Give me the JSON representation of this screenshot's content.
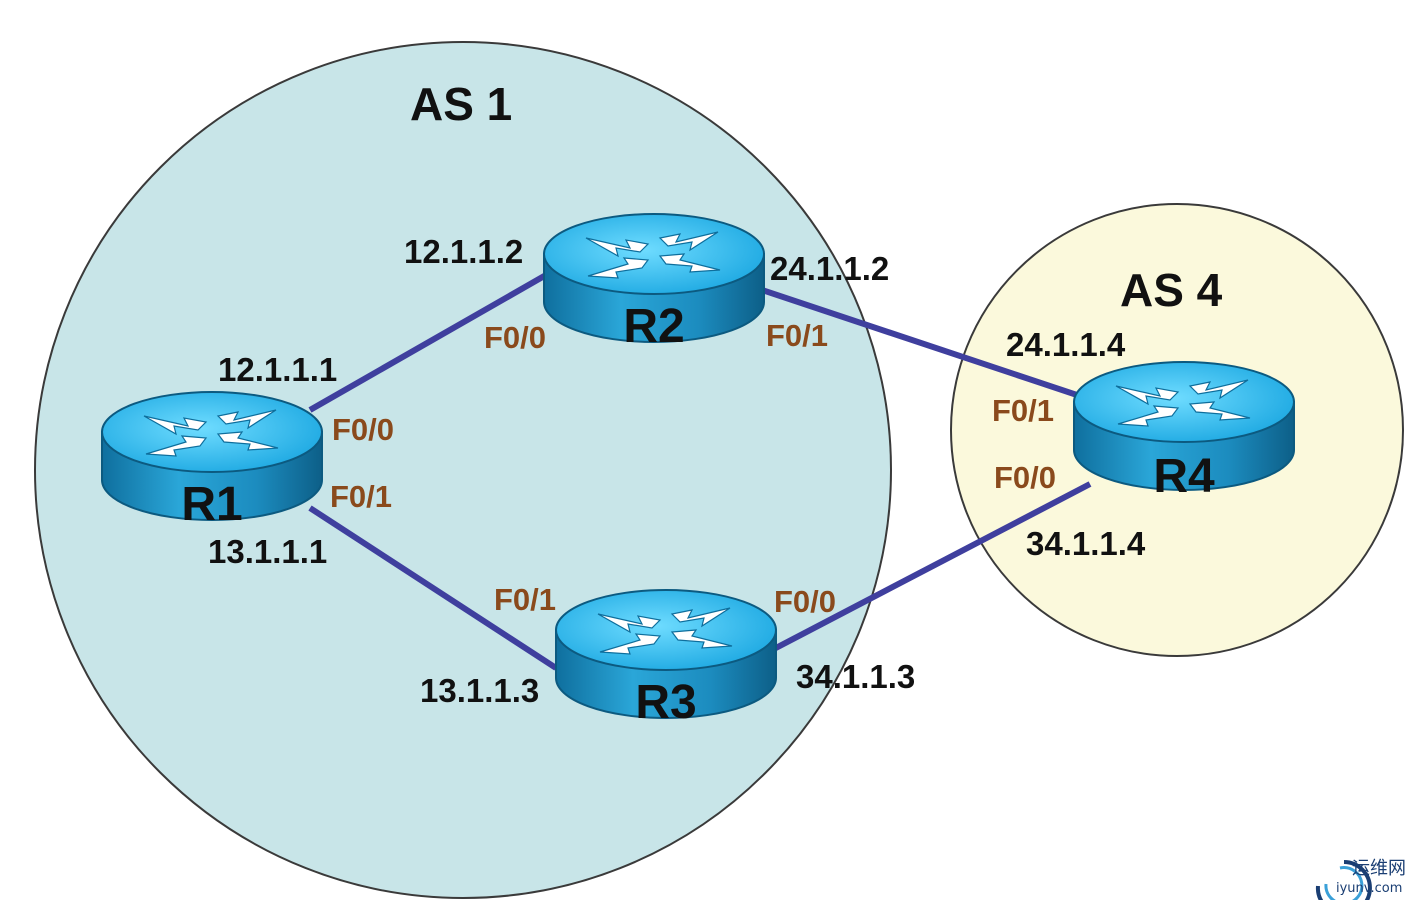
{
  "areas": {
    "as1": {
      "title": "AS 1",
      "fill": "#c8e5e8"
    },
    "as4": {
      "title": "AS 4",
      "fill": "#fbf9dc"
    }
  },
  "routers": {
    "r1": {
      "name": "R1"
    },
    "r2": {
      "name": "R2"
    },
    "r3": {
      "name": "R3"
    },
    "r4": {
      "name": "R4"
    }
  },
  "links": {
    "r1_r2": {
      "ip_a": "12.1.1.1",
      "iface_a": "F0/0",
      "ip_b": "12.1.1.2",
      "iface_b": "F0/0"
    },
    "r1_r3": {
      "ip_a": "13.1.1.1",
      "iface_a": "F0/1",
      "ip_b": "13.1.1.3",
      "iface_b": "F0/1"
    },
    "r2_r4": {
      "ip_a": "24.1.1.2",
      "iface_a": "F0/1",
      "ip_b": "24.1.1.4",
      "iface_b": "F0/1"
    },
    "r3_r4": {
      "ip_a": "34.1.1.3",
      "iface_a": "F0/0",
      "ip_b": "34.1.1.4",
      "iface_b": "F0/0"
    }
  },
  "watermark": {
    "name": "运维网",
    "url": "iyunv.com"
  },
  "colors": {
    "link": "#3f3f9e",
    "router_top": "#2bb7ea",
    "router_side": "#1c8cbf",
    "interface_label": "#8a4a1c"
  }
}
